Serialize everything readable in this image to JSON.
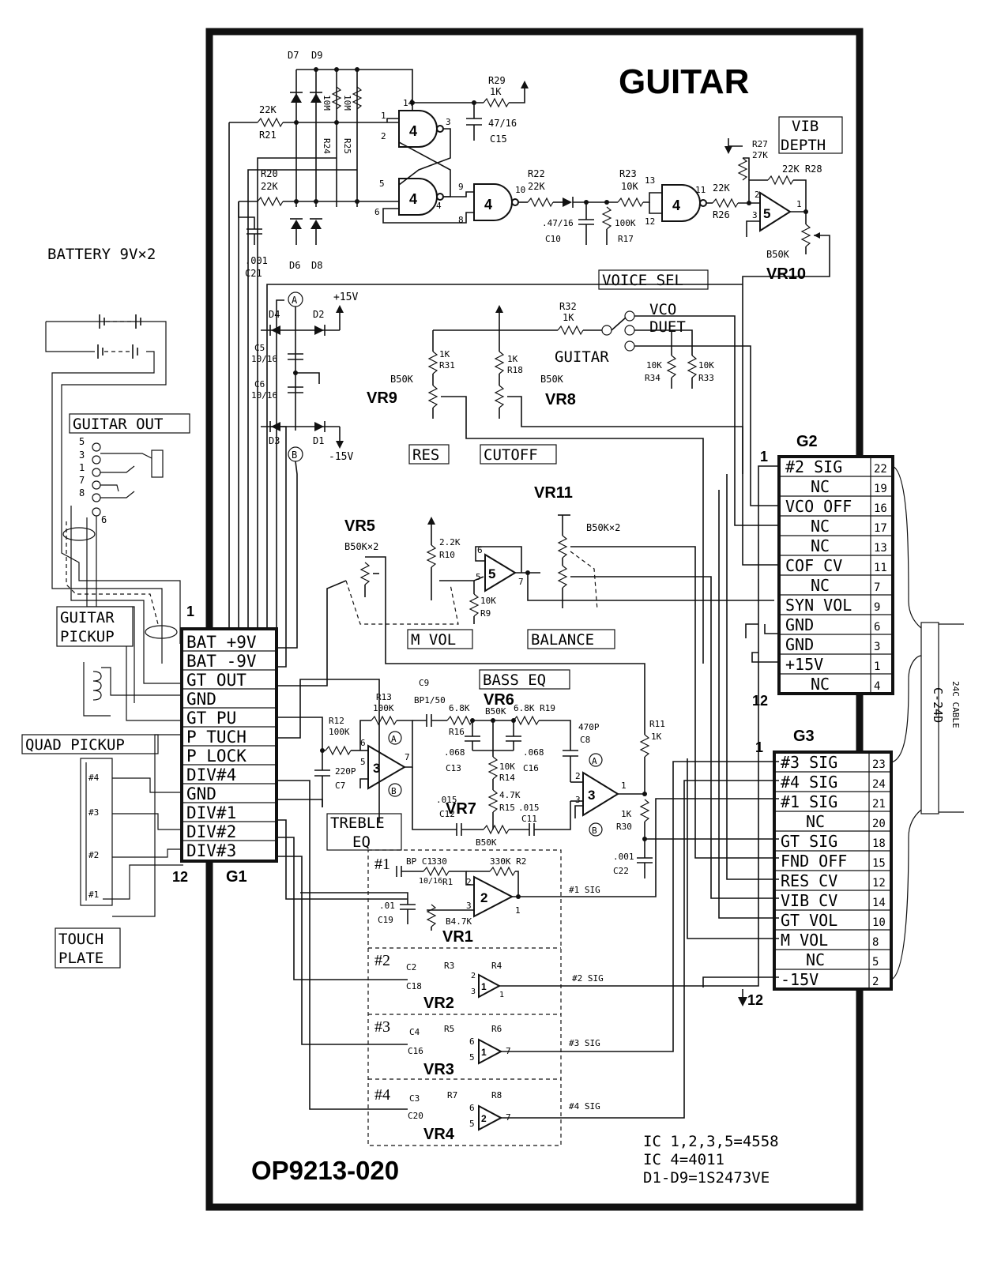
{
  "title": "GUITAR",
  "part_number": "OP9213-020",
  "notes": [
    "IC 1,2,3,5=4558",
    "IC 4=4011",
    "D1-D9=1S2473VE"
  ],
  "battery_label": "BATTERY 9V×2",
  "off_board": {
    "guitar_out": "GUITAR OUT",
    "guitar_pickup": "GUITAR PICKUP",
    "quad_pickup": "QUAD PICKUP",
    "touch_plate": "TOUCH PLATE",
    "cable": "C-24D",
    "cable_note": "24C CABLE"
  },
  "pot_labels": {
    "vib_depth": "VIB DEPTH",
    "voice_sel": "VOICE SEL",
    "res": "RES",
    "cutoff": "CUTOFF",
    "m_vol": "M VOL",
    "balance": "BALANCE",
    "bass_eq": "BASS EQ",
    "treble_eq": "TREBLE EQ",
    "vco": "VCO",
    "duet": "DUET",
    "guitar_sw": "GUITAR"
  },
  "vr_labels": [
    "VR1",
    "VR2",
    "VR3",
    "VR4",
    "VR5",
    "VR6",
    "VR7",
    "VR8",
    "VR9",
    "VR10",
    "VR11"
  ],
  "connectors": {
    "G1": {
      "name": "G1",
      "first_pin": "1",
      "last_pin": "12",
      "pins": [
        "BAT +9V",
        "BAT -9V",
        "GT OUT",
        "GND",
        "GT PU",
        "P TUCH",
        "P LOCK",
        "DIV#4",
        "GND",
        "DIV#1",
        "DIV#2",
        "DIV#3"
      ]
    },
    "G2": {
      "name": "G2",
      "first_pin": "1",
      "last_pin": "12",
      "pins": [
        {
          "label": "#2 SIG",
          "num": "22"
        },
        {
          "label": "NC",
          "num": "19"
        },
        {
          "label": "VCO OFF",
          "num": "16"
        },
        {
          "label": "NC",
          "num": "17"
        },
        {
          "label": "NC",
          "num": "13"
        },
        {
          "label": "COF CV",
          "num": "11"
        },
        {
          "label": "NC",
          "num": "7"
        },
        {
          "label": "SYN VOL",
          "num": "9"
        },
        {
          "label": "GND",
          "num": "6"
        },
        {
          "label": "GND",
          "num": "3"
        },
        {
          "label": "+15V",
          "num": "1"
        },
        {
          "label": "NC",
          "num": "4"
        }
      ]
    },
    "G3": {
      "name": "G3",
      "first_pin": "1",
      "last_pin": "12",
      "pins": [
        {
          "label": "#3 SIG",
          "num": "23"
        },
        {
          "label": "#4 SIG",
          "num": "24"
        },
        {
          "label": "#1 SIG",
          "num": "21"
        },
        {
          "label": "NC",
          "num": "20"
        },
        {
          "label": "GT SIG",
          "num": "18"
        },
        {
          "label": "FND OFF",
          "num": "15"
        },
        {
          "label": "RES CV",
          "num": "12"
        },
        {
          "label": "VIB CV",
          "num": "14"
        },
        {
          "label": "GT VOL",
          "num": "10"
        },
        {
          "label": "M VOL",
          "num": "8"
        },
        {
          "label": "NC",
          "num": "5"
        },
        {
          "label": "-15V",
          "num": "2"
        }
      ]
    }
  },
  "components": {
    "resistors": [
      "22K R21",
      "22K R20",
      "10M R24",
      "10M R25",
      "R29 1K",
      "R22 22K",
      "R23 10K",
      "100K R17",
      "R27 27K",
      "22K R28",
      "22K R26",
      "R32 1K",
      "1K R31",
      "1K R18",
      "10K R34",
      "10K R33",
      "R13 100K",
      "R12 100K",
      "2.2K R10",
      "10K R9",
      "6.8K R16",
      "6.8K R19",
      "10K R14",
      "4.7K R15",
      "R11 1K",
      "1K R30",
      "330 R1",
      "330K R2",
      "R3",
      "R4",
      "R5",
      "R6",
      "R7",
      "R8"
    ],
    "capacitors": [
      "47/16 C15",
      ".001 C21",
      ".47/16 C10",
      "10/16 C5",
      "10/16 C6",
      "BP1/50 C9",
      "220P C7",
      ".068 C13",
      ".068 C16",
      "470P C8",
      ".015 C12",
      ".015 C11",
      ".001 C22",
      "BP C1",
      "10/16",
      ".01 C19",
      "C2",
      "C18",
      "C4",
      "C16",
      "C3",
      "C20"
    ],
    "pots": [
      "B50K VR10",
      "B50K VR9",
      "B50K VR8",
      "B50K×2 VR5",
      "B50K×2 VR11",
      "B50K VR6",
      "B50K VR7",
      "B4.7K VR1"
    ],
    "diodes": [
      "D7",
      "D9",
      "D6",
      "D8",
      "D4",
      "D2",
      "D3",
      "D1"
    ],
    "rails": [
      "+15V",
      "-15V"
    ],
    "ic_numbers": [
      "4",
      "4",
      "4",
      "4",
      "5",
      "5",
      "3",
      "3",
      "2",
      "1",
      "1",
      "2"
    ],
    "ic_pins": [
      "1",
      "2",
      "3",
      "14",
      "5",
      "6",
      "4",
      "9",
      "8",
      "10",
      "13",
      "12",
      "11",
      "2",
      "3",
      "1",
      "6",
      "5",
      "7",
      "6",
      "5",
      "7",
      "2",
      "3",
      "1",
      "2",
      "3",
      "1",
      "2",
      "3",
      "1",
      "6",
      "5",
      "7",
      "6",
      "5",
      "7"
    ],
    "nodes": [
      "A",
      "B",
      "A",
      "B",
      "A",
      "B"
    ]
  },
  "signals": {
    "sig1": "#1 SIG",
    "sig2": "#2 SIG",
    "sig3": "#3 SIG",
    "sig4": "#4 SIG",
    "ch1": "#1",
    "ch2": "#2",
    "ch3": "#3",
    "ch4": "#4",
    "ground_ref": "12",
    "connector_pin1": "1",
    "guitar_out_pins": [
      "5",
      "3",
      "1",
      "7",
      "8",
      "6"
    ],
    "quad_pins": [
      "#4",
      "#3",
      "#2",
      "#1"
    ]
  }
}
